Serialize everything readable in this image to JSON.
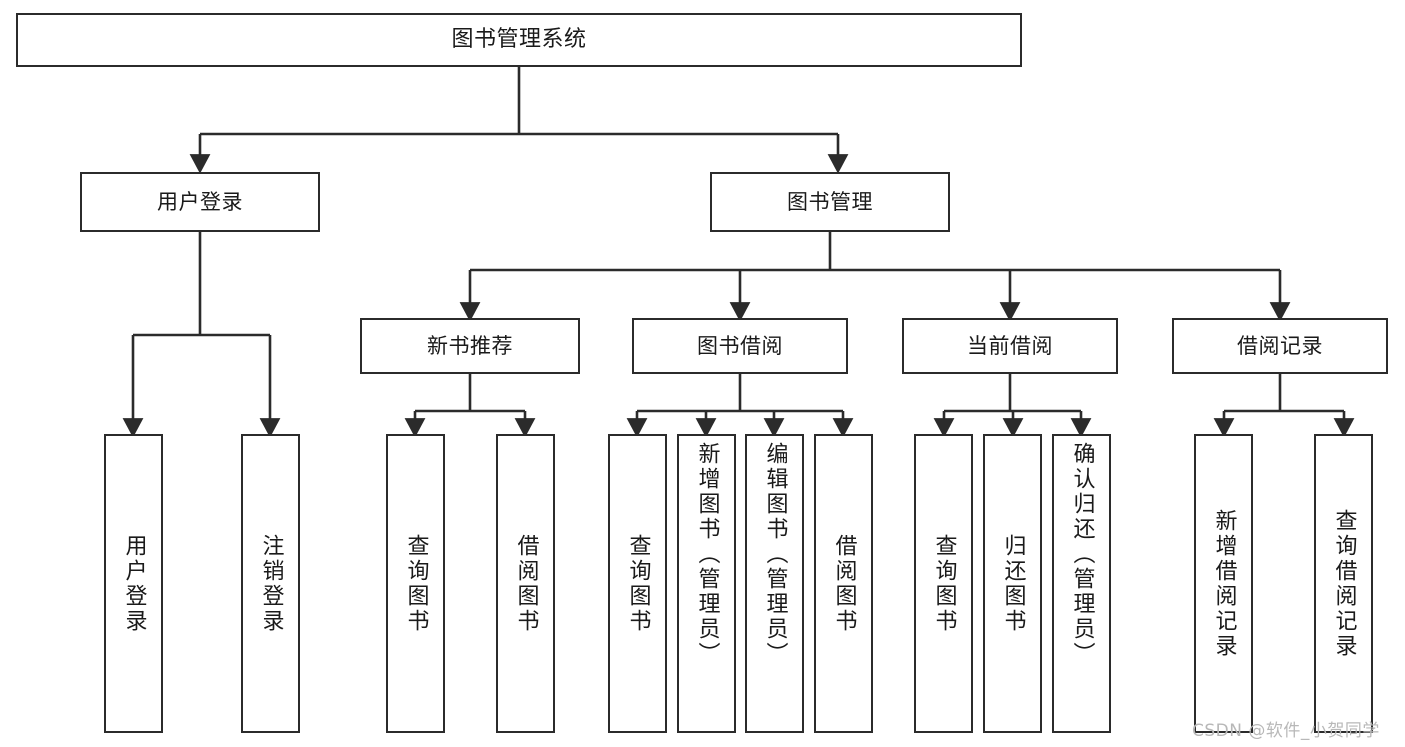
{
  "diagram": {
    "title": "图书管理系统",
    "watermark": "CSDN @软件_小贺同学",
    "colors": {
      "stroke": "#2b2b2b",
      "box_fill": "#ffffff",
      "text": "#1a1a1a",
      "watermark": "#b8b8b8",
      "background": "#ffffff"
    },
    "root": {
      "label": "图书管理系统"
    },
    "level1": [
      {
        "label": "用户登录"
      },
      {
        "label": "图书管理"
      }
    ],
    "level2": [
      {
        "label": "新书推荐"
      },
      {
        "label": "图书借阅"
      },
      {
        "label": "当前借阅"
      },
      {
        "label": "借阅记录"
      }
    ],
    "leaves": {
      "user_login": [
        {
          "label": "用户登录"
        },
        {
          "label": "注销登录"
        }
      ],
      "new_book_recommend": [
        {
          "label": "查询图书"
        },
        {
          "label": "借阅图书"
        }
      ],
      "book_borrow": [
        {
          "label": "查询图书"
        },
        {
          "label": "新增图书（管理员）"
        },
        {
          "label": "编辑图书（管理员）"
        },
        {
          "label": "借阅图书"
        }
      ],
      "current_borrow": [
        {
          "label": "查询图书"
        },
        {
          "label": "归还图书"
        },
        {
          "label": "确认归还（管理员）"
        }
      ],
      "borrow_record": [
        {
          "label": "新增借阅记录"
        },
        {
          "label": "查询借阅记录"
        }
      ]
    }
  }
}
